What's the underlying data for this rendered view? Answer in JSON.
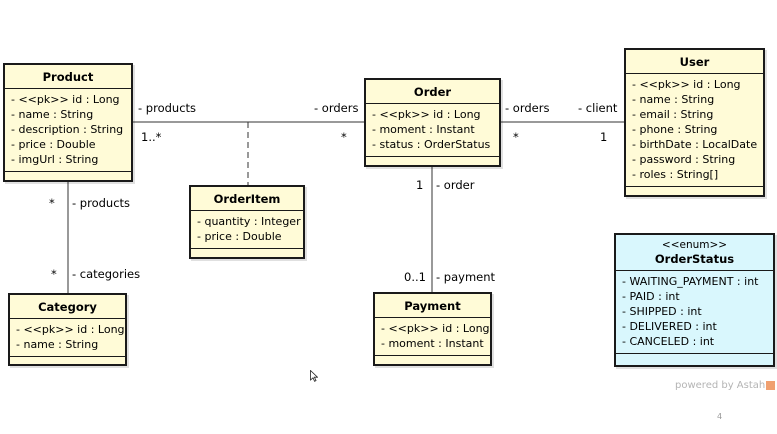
{
  "classes": {
    "product": {
      "name": "Product",
      "attributes": [
        "- <<pk>> id : Long",
        "- name : String",
        "- description : String",
        "- price : Double",
        "- imgUrl : String"
      ]
    },
    "order": {
      "name": "Order",
      "attributes": [
        "- <<pk>> id : Long",
        "- moment : Instant",
        "- status : OrderStatus"
      ]
    },
    "user": {
      "name": "User",
      "attributes": [
        "- <<pk>> id : Long",
        "- name : String",
        "- email : String",
        "- phone : String",
        "- birthDate : LocalDate",
        "- password : String",
        "- roles : String[]"
      ]
    },
    "orderitem": {
      "name": "OrderItem",
      "attributes": [
        "- quantity : Integer",
        "- price : Double"
      ]
    },
    "category": {
      "name": "Category",
      "attributes": [
        "- <<pk>> id : Long",
        "- name : String"
      ]
    },
    "payment": {
      "name": "Payment",
      "attributes": [
        "- <<pk>> id : Long",
        "- moment : Instant"
      ]
    },
    "orderstatus": {
      "stereotype": "<<enum>>",
      "name": "OrderStatus",
      "attributes": [
        "- WAITING_PAYMENT : int",
        "- PAID : int",
        "- SHIPPED : int",
        "- DELIVERED : int",
        "- CANCELED : int"
      ]
    }
  },
  "associations": {
    "product_order": {
      "role_products": "- products",
      "mult_products": "1..*",
      "role_orders": "- orders",
      "mult_orders": "*"
    },
    "order_user": {
      "role_orders": "- orders",
      "mult_orders": "*",
      "role_client": "- client",
      "mult_client": "1"
    },
    "product_category": {
      "role_products": "- products",
      "mult_products": "*",
      "role_categories": "- categories",
      "mult_categories": "*"
    },
    "order_payment": {
      "role_order": "- order",
      "mult_order": "1",
      "role_payment": "- payment",
      "mult_payment": "0..1"
    }
  },
  "watermark": "powered by Astah",
  "page_number": "4",
  "colors": {
    "class_fill": "#fffbd7",
    "enum_fill": "#d9f7fd",
    "border": "#1a1a1a"
  }
}
